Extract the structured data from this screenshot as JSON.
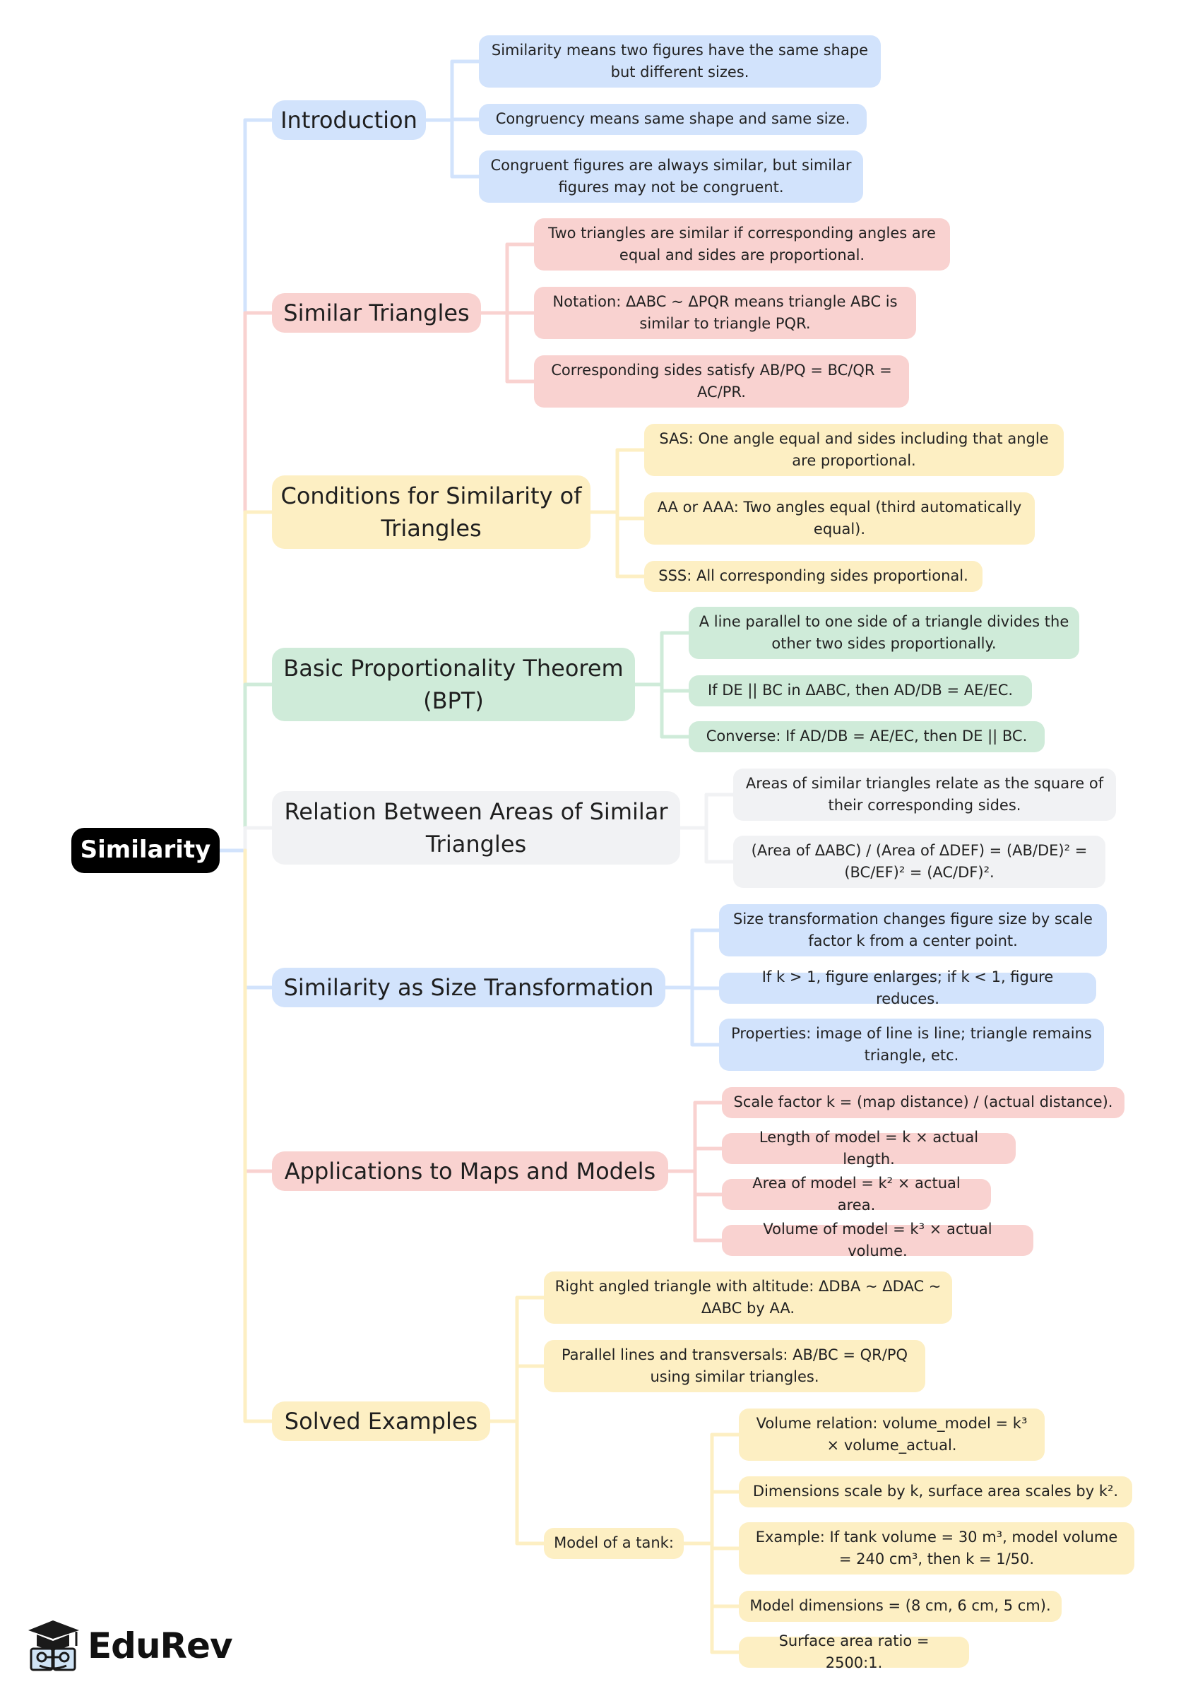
{
  "colors": {
    "blue": "#d2e3fc",
    "red": "#f9d2d0",
    "yellow": "#fdefc3",
    "green": "#cfebd9",
    "gray": "#f1f2f4",
    "root": "#000000"
  },
  "root": {
    "label": "Similarity"
  },
  "branches": [
    {
      "label": "Introduction",
      "leaves": [
        "Similarity means two figures have the same shape but different sizes.",
        "Congruency means same shape and same size.",
        "Congruent figures are always similar, but similar figures may not be congruent."
      ]
    },
    {
      "label": "Similar Triangles",
      "leaves": [
        "Two triangles are similar if corresponding angles are equal and sides are proportional.",
        "Notation: ΔABC ~ ΔPQR means triangle ABC is similar to triangle PQR.",
        "Corresponding sides satisfy AB/PQ = BC/QR = AC/PR."
      ]
    },
    {
      "label": "Conditions for Similarity of Triangles",
      "leaves": [
        "SAS: One angle equal and sides including that angle are proportional.",
        "AA or AAA: Two angles equal (third automatically equal).",
        "SSS: All corresponding sides proportional."
      ]
    },
    {
      "label": "Basic Proportionality Theorem (BPT)",
      "leaves": [
        "A line parallel to one side of a triangle divides the other two sides proportionally.",
        "If DE || BC in ΔABC, then AD/DB = AE/EC.",
        "Converse: If AD/DB = AE/EC, then DE || BC."
      ]
    },
    {
      "label": "Relation Between Areas of Similar Triangles",
      "leaves": [
        "Areas of similar triangles relate as the square of their corresponding sides.",
        "(Area of ΔABC) / (Area of ΔDEF) = (AB/DE)² = (BC/EF)² = (AC/DF)²."
      ]
    },
    {
      "label": "Similarity as Size Transformation",
      "leaves": [
        "Size transformation changes figure size by scale factor k from a center point.",
        "If k > 1, figure enlarges; if k < 1, figure reduces.",
        "Properties: image of line is line; triangle remains triangle, etc."
      ]
    },
    {
      "label": "Applications to Maps and Models",
      "leaves": [
        "Scale factor k = (map distance) / (actual distance).",
        "Length of model = k × actual length.",
        "Area of model = k² × actual area.",
        "Volume of model = k³ × actual volume."
      ]
    },
    {
      "label": "Solved Examples",
      "leaves": [
        "Right angled triangle with altitude: ΔDBA ~ ΔDAC ~ ΔABC by AA.",
        "Parallel lines and transversals: AB/BC = QR/PQ using similar triangles.",
        "Model of a tank:"
      ],
      "tank_leaves": [
        "Volume relation: volume_model = k³ × volume_actual.",
        "Dimensions scale by k, surface area scales by k².",
        "Example: If tank volume = 30 m³, model volume = 240 cm³, then k = 1/50.",
        "Model dimensions = (8 cm, 6 cm, 5 cm).",
        "Surface area ratio = 2500:1."
      ]
    }
  ],
  "logo": {
    "text": "EduRev",
    "icon": "graduation-cap-book-icon"
  }
}
